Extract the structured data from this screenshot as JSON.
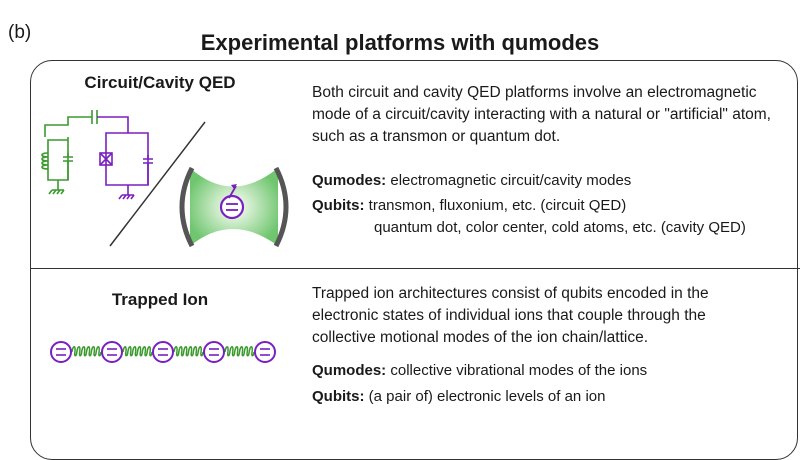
{
  "panel_label": "(b)",
  "title": "Experimental platforms with qumodes",
  "cqed": {
    "heading": "Circuit/Cavity QED",
    "description": "Both circuit and cavity QED platforms involve an electromagnetic mode of a circuit/cavity interacting with a natural or \"artificial\" atom, such as a transmon or quantum dot.",
    "qumodes_label": "Qumodes:",
    "qumodes_text": "electromagnetic circuit/cavity modes",
    "qubits_label": "Qubits:",
    "qubits_text_1": "transmon, fluxonium, etc. (circuit QED)",
    "qubits_text_2": "quantum dot, color center, cold atoms, etc. (cavity QED)"
  },
  "ion": {
    "heading": "Trapped Ion",
    "description": "Trapped ion architectures consist of qubits encoded in the electronic states of individual ions that couple through the collective motional modes of the ion chain/lattice.",
    "qumodes_label": "Qumodes:",
    "qumodes_text": "collective vibrational modes of the ions",
    "qubits_label": "Qubits:",
    "qubits_text": "(a pair of) electronic levels of an ion",
    "ion_count": 5
  },
  "colors": {
    "circuit_green": "#3a9a2e",
    "qubit_purple": "#7a1fc0",
    "cavity_glow": "#6fc66f",
    "outline": "#333333"
  }
}
